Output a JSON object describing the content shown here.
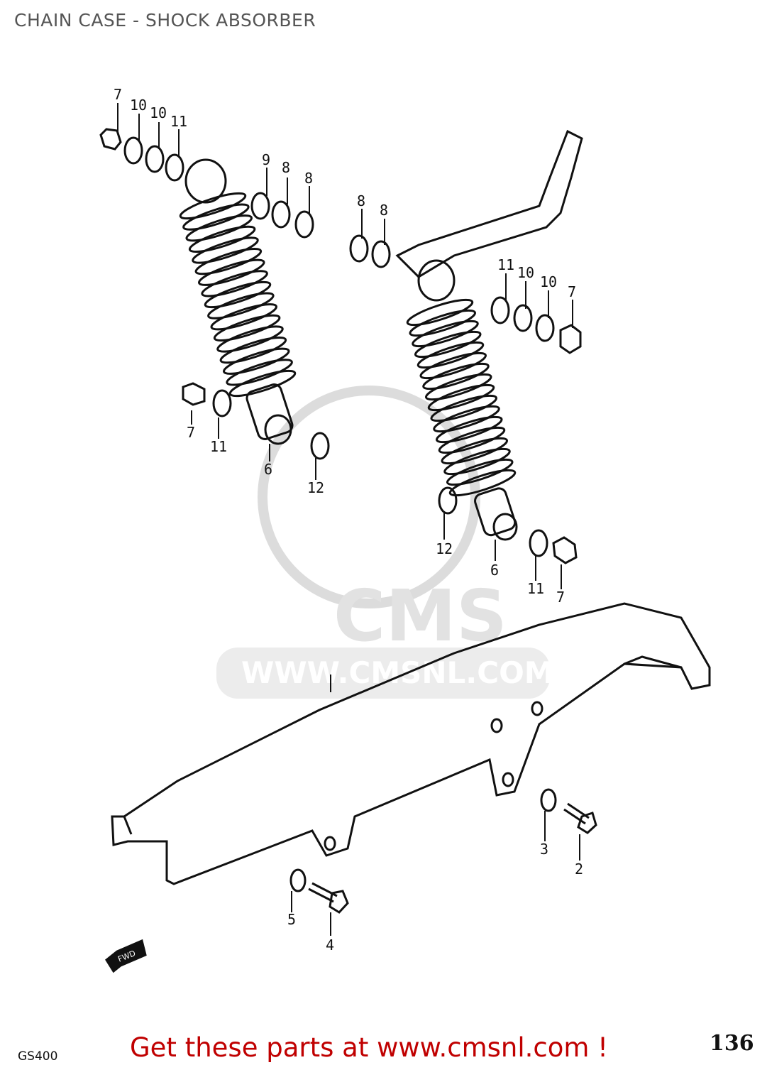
{
  "title": "CHAIN CASE - SHOCK ABSORBER",
  "watermark": {
    "brand": "CMS",
    "url": "WWW.CMSNL.COM",
    "color": "#d8d8d8"
  },
  "callouts": [
    "7",
    "10",
    "10",
    "11",
    "9",
    "8",
    "8",
    "8",
    "8",
    "11",
    "10",
    "10",
    "7",
    "7",
    "11",
    "6",
    "12",
    "12",
    "6",
    "11",
    "7",
    "3",
    "2",
    "4",
    "5"
  ],
  "fwd_label": "FWD",
  "model_code": "GS400",
  "page_number": "136",
  "promo": "Get these parts at www.cmsnl.com !",
  "colors": {
    "promo": "#c00000",
    "title": "#555555"
  }
}
